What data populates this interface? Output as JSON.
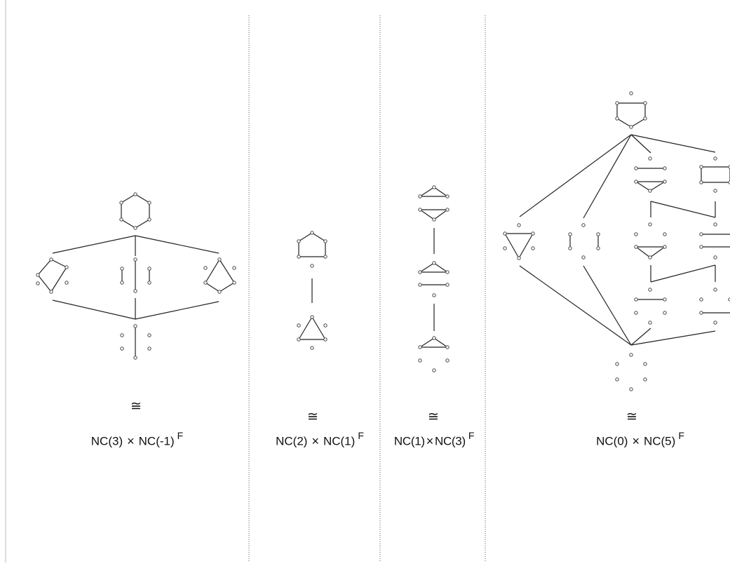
{
  "iso_symbol": "≅",
  "panels": [
    {
      "left_factor": "NC(3)",
      "times": "×",
      "right_factor": "NC(-1)",
      "superscript": "F"
    },
    {
      "left_factor": "NC(2)",
      "times": "×",
      "right_factor": "NC(1)",
      "superscript": "F"
    },
    {
      "left_factor": "NC(1)",
      "times": "×",
      "right_factor": "NC(3)",
      "superscript": "F"
    },
    {
      "left_factor": "NC(0)",
      "times": "×",
      "right_factor": "NC(5)",
      "superscript": "F"
    }
  ]
}
